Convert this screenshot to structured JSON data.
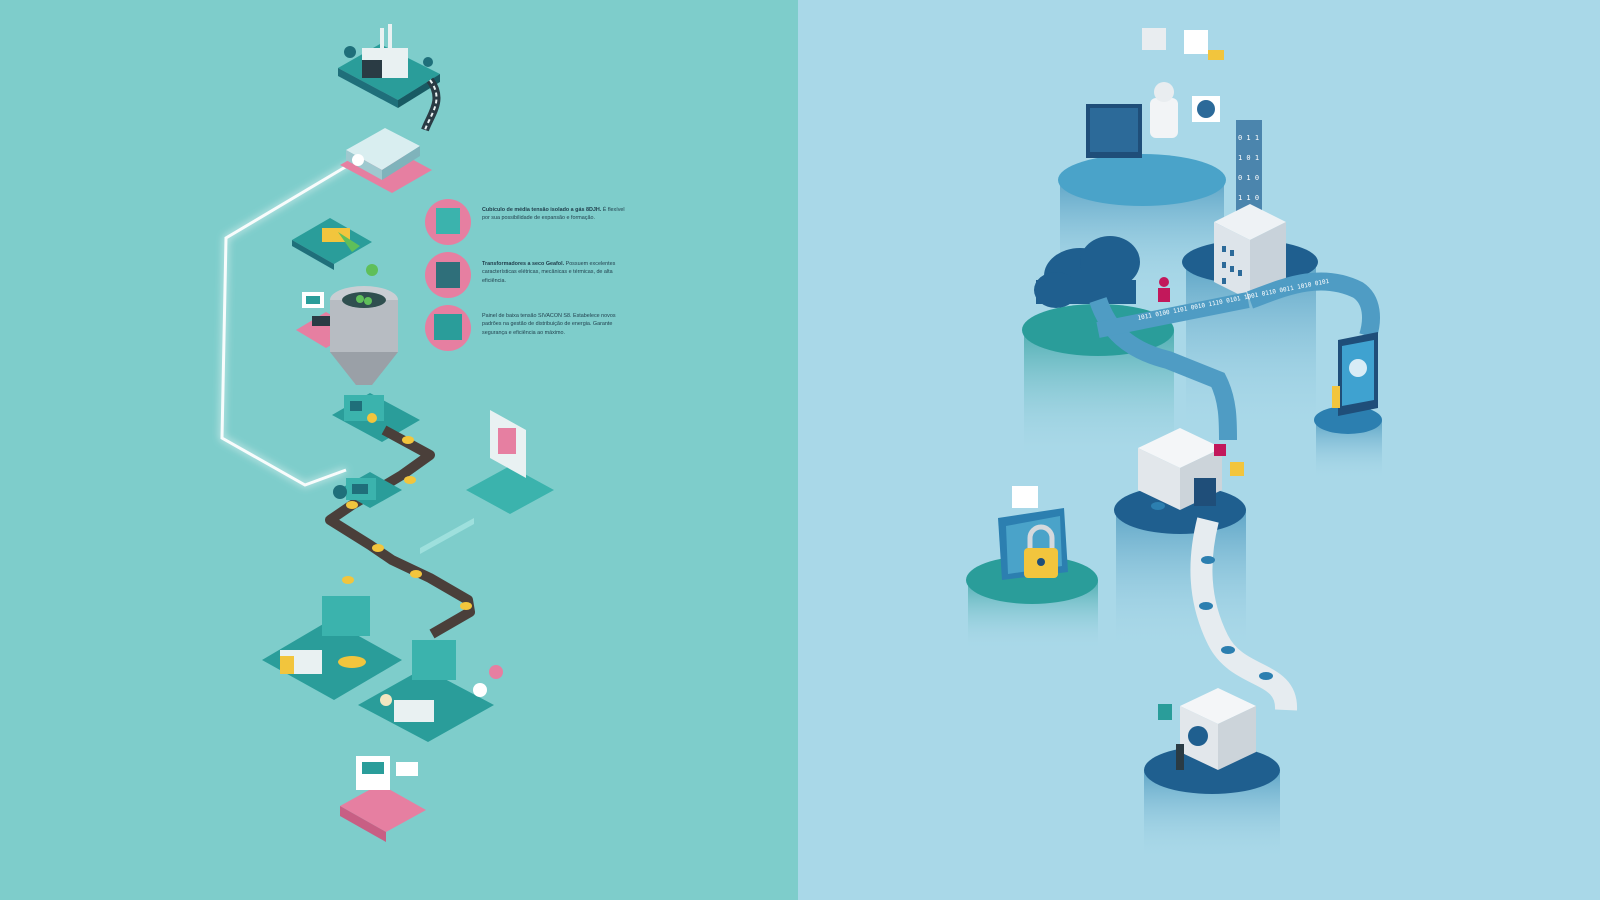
{
  "colors": {
    "left_background": "#7ecdcb",
    "right_background": "#a9d8e8",
    "teal": "#2a9d9a",
    "dark_teal": "#1f6f7a",
    "pink": "#e67fa1",
    "yellow": "#f2c53d",
    "navy": "#1f4e79",
    "white": "#ffffff"
  },
  "left_illustration": {
    "legend": [
      {
        "icon": "switchgear-cubicle-icon",
        "title": "Cubículo de média tensão isolado a gás 8DJH.",
        "body": "É flexível por sua possibilidade de expansão e formação."
      },
      {
        "icon": "dry-transformer-icon",
        "title": "Transformadores a seco Geafol.",
        "body": "Possuem excelentes características elétricas, mecânicas e térmicas, de alta eficiência."
      },
      {
        "icon": "low-voltage-panel-icon",
        "title": "Painel de baixa tensão SIVACON S8.",
        "body": "Estabelece novos padrões na gestão de distribuição de energia. Garante segurança e eficiência ao máximo."
      }
    ],
    "status_icons": [
      "alert-icon",
      "wrench-icon",
      "info-icon"
    ]
  },
  "right_illustration": {
    "binary_stream_text": "1011 0100 1101 0010 1110 0101 1001 0110 0011 1010 0101",
    "status_icons": [
      "alert-icon",
      "gear-icon",
      "dollar-icon",
      "padlock-icon",
      "robot-icon"
    ]
  }
}
